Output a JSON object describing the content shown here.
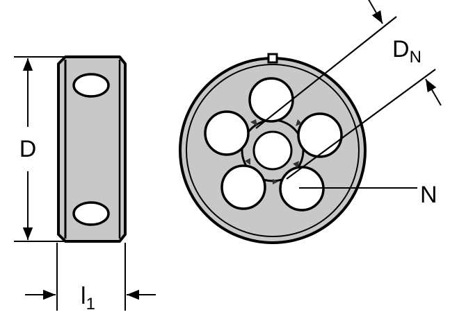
{
  "labels": {
    "diameter": "D",
    "thread_diameter_main": "D",
    "thread_diameter_sub": "N",
    "thread_label": "N",
    "length_main": "l",
    "length_sub": "1"
  },
  "colors": {
    "fill": "#c8c8c8",
    "stroke": "#000000",
    "background": "#ffffff"
  }
}
